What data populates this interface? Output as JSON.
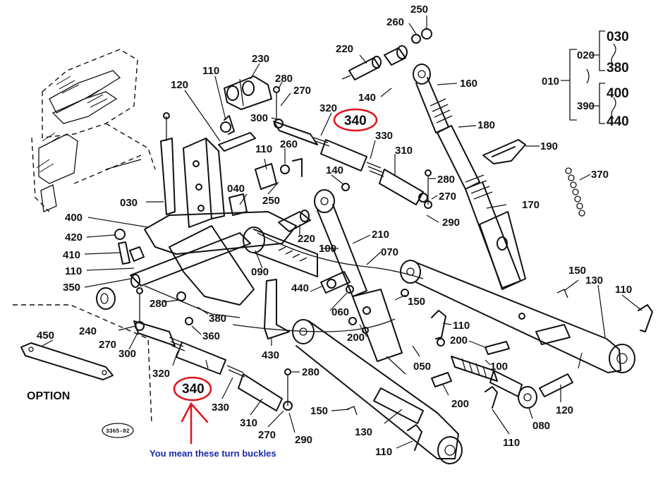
{
  "callouts": {
    "c250a": "250",
    "c260a": "260",
    "c220a": "220",
    "c140a": "140",
    "c160": "160",
    "c230": "230",
    "c110a": "110",
    "c280a": "280",
    "c270a": "270",
    "c120a": "120",
    "c300a": "300",
    "c320a": "320",
    "c340a": "340",
    "c330a": "330",
    "c310a": "310",
    "c180": "180",
    "c190": "190",
    "c370": "370",
    "c010": "010",
    "c020": "020",
    "c390": "390",
    "c030a": "030",
    "c380a": "380",
    "c400a": "400",
    "c440a": "440",
    "c110b": "110",
    "c260b": "260",
    "c140b": "140",
    "c040": "040",
    "c250b": "250",
    "c280b": "280",
    "c270b": "270",
    "c290a": "290",
    "c170": "170",
    "c030b": "030",
    "c400b": "400",
    "c420": "420",
    "c410": "410",
    "c110c": "110",
    "c350": "350",
    "c220b": "220",
    "c210": "210",
    "c100a": "100",
    "c070": "070",
    "c090": "090",
    "c440b": "440",
    "c150a": "150",
    "c130a": "130",
    "c110d": "110",
    "c150b": "150",
    "c060": "060",
    "c110e": "110",
    "c280c": "280",
    "c380b": "380",
    "c240": "240",
    "c270c": "270",
    "c300b": "300",
    "c360": "360",
    "c200a": "200",
    "c200b": "200",
    "c100b": "100",
    "c050": "050",
    "c430": "430",
    "c450": "450",
    "c320b": "320",
    "c340b": "340",
    "c330b": "330",
    "c280d": "280",
    "c310b": "310",
    "c270d": "270",
    "c290b": "290",
    "c150c": "150",
    "c130b": "130",
    "c200c": "200",
    "c080": "080",
    "c120b": "120",
    "c110f": "110",
    "c110g": "110"
  },
  "option_label": "OPTION",
  "stamp_code": "3365-02",
  "annotation_note": "You mean these turn buckles",
  "colors": {
    "annotation_red": "#e0141b",
    "annotation_blue": "#1a2aa8",
    "line": "#111111"
  }
}
